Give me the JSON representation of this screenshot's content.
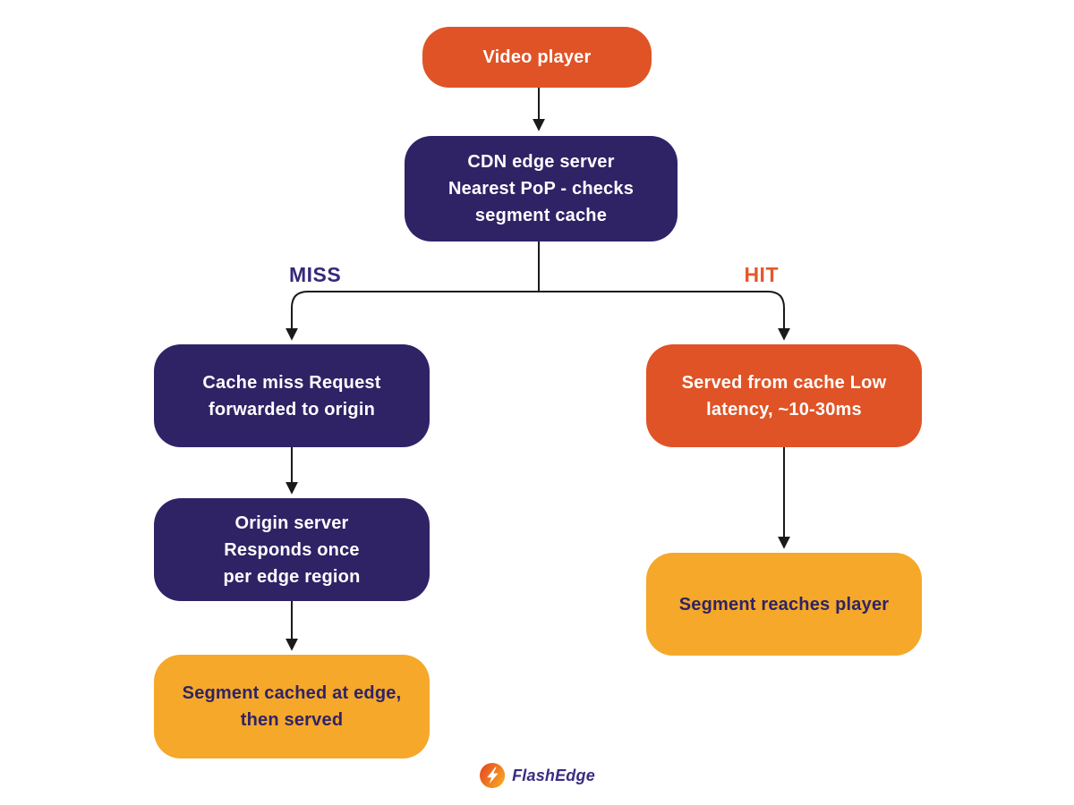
{
  "colors": {
    "background": "#FFFFFF",
    "orange": "#E05326",
    "purple": "#2F2366",
    "amber": "#F5A829",
    "connector": "#1A1A1A",
    "miss_label": "#362879",
    "hit_label": "#E5582A",
    "logo_text": "#3A2D80",
    "logo_icon_gradient": [
      "#E54A21",
      "#F7A823"
    ]
  },
  "nodes": [
    {
      "id": "video-player",
      "label": "Video player"
    },
    {
      "id": "cdn-edge-server",
      "label": "CDN edge server\nNearest PoP - checks\nsegment cache"
    },
    {
      "id": "cache-miss",
      "label": "Cache miss Request\nforwarded to origin"
    },
    {
      "id": "origin-server",
      "label": "Origin server\nResponds once\nper edge region"
    },
    {
      "id": "segment-cached",
      "label": "Segment cached at edge,\nthen served"
    },
    {
      "id": "served-from-cache",
      "label": "Served from cache Low\nlatency, ~10-30ms"
    },
    {
      "id": "segment-reaches-player",
      "label": "Segment reaches player"
    }
  ],
  "branch_labels": {
    "miss": "MISS",
    "hit": "HIT"
  },
  "logo": {
    "text": "FlashEdge",
    "icon": "lightning-bolt"
  }
}
